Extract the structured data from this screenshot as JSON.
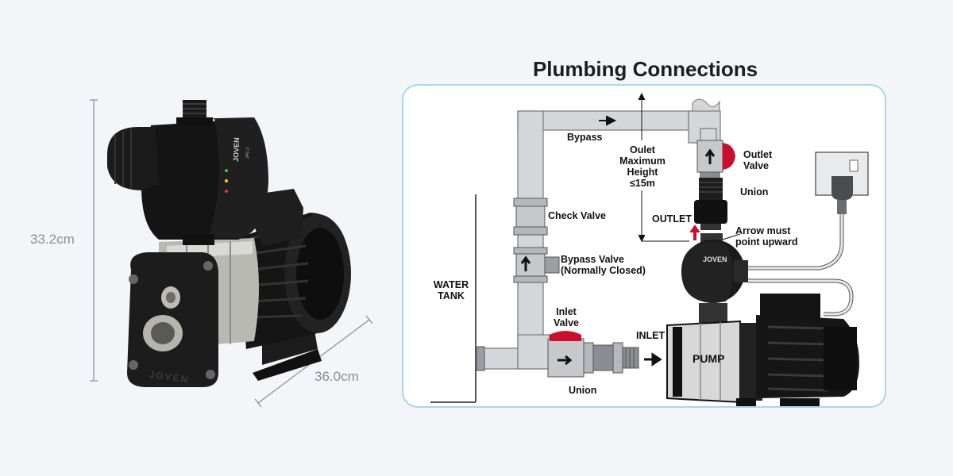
{
  "product": {
    "height_label": "33.2cm",
    "width_label": "36.0cm",
    "brand_text": "JOVEN",
    "model_text": "JPC-2"
  },
  "diagram": {
    "title": "Plumbing Connections",
    "labels": {
      "bypass": "Bypass",
      "outlet_max_height": [
        "Oulet",
        "Maximum",
        "Height",
        "≤15m"
      ],
      "outlet_valve": [
        "Outlet",
        "Valve"
      ],
      "union_top": "Union",
      "outlet": "OUTLET",
      "arrow_note": [
        "Arrow must",
        "point upward"
      ],
      "check_valve": "Check Valve",
      "bypass_valve": [
        "Bypass Valve",
        "(Normally Closed)"
      ],
      "water_tank": [
        "WATER",
        "TANK"
      ],
      "inlet_valve": [
        "Inlet",
        "Valve"
      ],
      "inlet": "INLET",
      "pump": "PUMP",
      "union_bottom": "Union",
      "controller_brand": "JOVEN"
    }
  },
  "colors": {
    "pipe": "#d4d6da",
    "valve_red": "#c8102e",
    "arrow_red": "#c8102e",
    "panel_border": "#a9d6ec",
    "pump_black": "#1a1a1a"
  }
}
